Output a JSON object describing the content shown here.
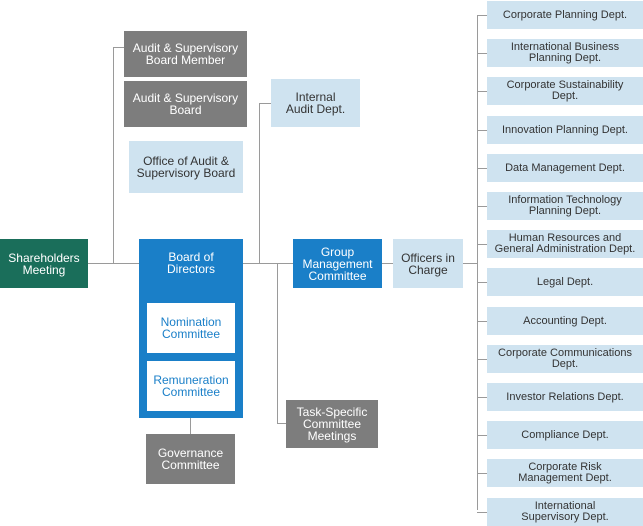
{
  "nodes": {
    "shareholders": "Shareholders\nMeeting",
    "audit_member": "Audit & Supervisory\nBoard Member",
    "audit_board": "Audit & Supervisory\nBoard",
    "office_audit": "Office of Audit &\nSupervisory Board",
    "board_directors": "Board of\nDirectors",
    "nomination": "Nomination\nCommittee",
    "remuneration": "Remuneration\nCommittee",
    "governance": "Governance\nCommittee",
    "internal_audit": "Internal\nAudit Dept.",
    "group_mgmt": "Group\nManagement\nCommittee",
    "task_specific": "Task-Specific\nCommittee\nMeetings",
    "officers": "Officers in\nCharge"
  },
  "departments": [
    "Corporate Planning Dept.",
    "International Business\nPlanning Dept.",
    "Corporate Sustainability\nDept.",
    "Innovation Planning Dept.",
    "Data Management Dept.",
    "Information Technology\nPlanning Dept.",
    "Human Resources and\nGeneral Administration Dept.",
    "Legal Dept.",
    "Accounting Dept.",
    "Corporate Communications\nDept.",
    "Investor Relations Dept.",
    "Compliance Dept.",
    "Corporate Risk\nManagement Dept.",
    "International\nSupervisory Dept."
  ],
  "colors": {
    "green": "#1a6e5a",
    "blue": "#1a7fc8",
    "gray": "#7d7d7d",
    "light_blue": "#cfe3f0",
    "line": "#9a9a9a"
  }
}
